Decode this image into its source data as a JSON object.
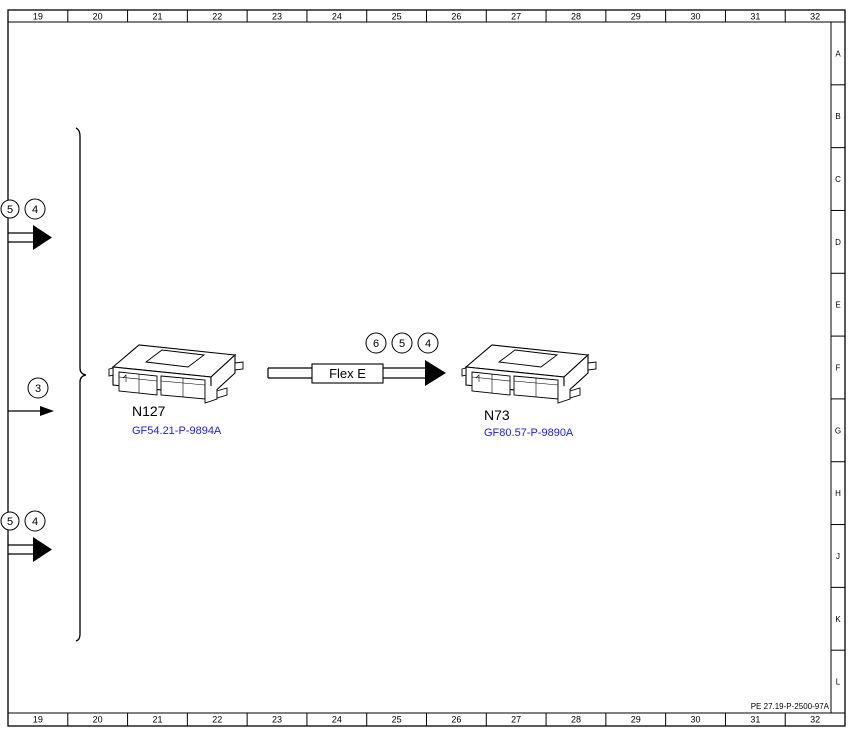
{
  "frame": {
    "columns": [
      "19",
      "20",
      "21",
      "22",
      "23",
      "24",
      "25",
      "26",
      "27",
      "28",
      "29",
      "30",
      "31",
      "32"
    ],
    "rows": [
      "A",
      "B",
      "C",
      "D",
      "E",
      "F",
      "G",
      "H",
      "J",
      "K",
      "L"
    ],
    "document_id": "PE 27.19-P-2500-97A"
  },
  "left_connections": [
    {
      "circles": [
        "5",
        "4"
      ],
      "arrow": "large"
    },
    {
      "circles": [
        "3"
      ],
      "arrow": "small"
    },
    {
      "circles": [
        "5",
        "4"
      ],
      "arrow": "large"
    }
  ],
  "components": [
    {
      "name": "N127",
      "ref": "GF54.21-P-9894A"
    },
    {
      "name": "N73",
      "ref": "GF80.57-P-9890A"
    }
  ],
  "bus": {
    "label": "Flex E",
    "circles": [
      "6",
      "5",
      "4"
    ]
  }
}
